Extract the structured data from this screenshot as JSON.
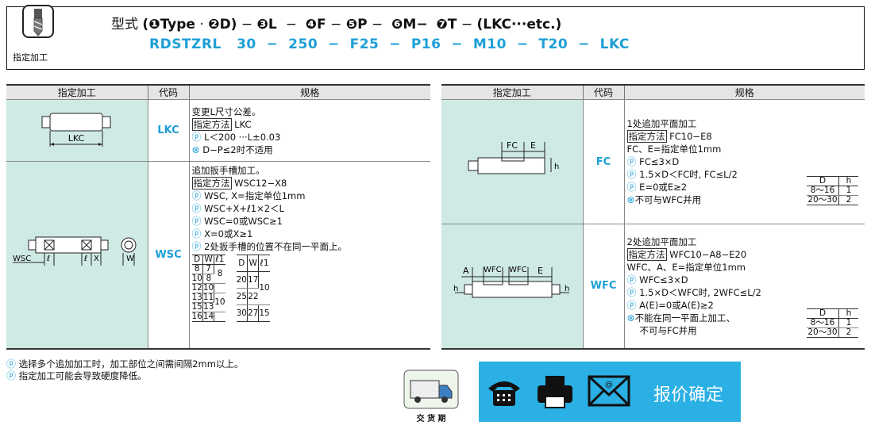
{
  "header": {
    "icon_label": "指定加工",
    "format_prefix": "型式",
    "format_parts": [
      "(",
      "❶Type",
      "·",
      "❷D)",
      "−",
      "❸L",
      "−",
      "❹F",
      "−",
      "❺P",
      "−",
      "❻M−",
      "❼T",
      "−",
      "(LKC···etc.)"
    ],
    "example_parts": [
      "RDSTZRL",
      "30",
      "−",
      "250",
      "−",
      "F25",
      "−",
      "P16",
      "−",
      "M10",
      "−",
      "T20",
      "−",
      "LKC"
    ]
  },
  "table_headers": {
    "col1": "指定加工",
    "col2": "代码",
    "col3": "规格"
  },
  "left_rows": [
    {
      "code": "LKC",
      "diagram_label": "LKC",
      "lines": [
        "变更L尺寸公差。"
      ],
      "method_label": "指定方法",
      "method_value": "LKC",
      "tips": [
        "L＜200 ···L±0.03"
      ],
      "warn": "D−P≤2时不适用"
    },
    {
      "code": "WSC",
      "diagram_labels": [
        "WSC",
        "ℓ",
        "ℓ",
        "X",
        "W"
      ],
      "lines": [
        "追加扳手槽加工。"
      ],
      "method_label": "指定方法",
      "method_value": "WSC12−X8",
      "tips": [
        "WSC, X=指定单位1mm",
        "WSC+X+ℓ1×2＜L",
        "WSC=0或WSC≥1",
        "X=0或X≥1",
        "2处扳手槽的位置不在同一平面上。"
      ],
      "subtable": {
        "headers": [
          "D",
          "W",
          "ℓ1",
          "D",
          "W",
          "ℓ1"
        ],
        "left": [
          [
            "8",
            "7"
          ],
          [
            "10",
            "8"
          ],
          [
            "12",
            "10"
          ],
          [
            "13",
            "11"
          ],
          [
            "15",
            "13"
          ],
          [
            "16",
            "14"
          ]
        ],
        "left_l1": [
          "8",
          "10"
        ],
        "right": [
          [
            "20",
            "17"
          ],
          [
            "25",
            "22"
          ],
          [
            "30",
            "27"
          ]
        ],
        "right_l1": [
          "10",
          "15"
        ]
      }
    }
  ],
  "right_rows": [
    {
      "code": "FC",
      "diagram_labels": [
        "FC",
        "E",
        "h"
      ],
      "lines": [
        "1处追加平面加工"
      ],
      "method_label": "指定方法",
      "method_value": "FC10−E8",
      "desc": "FC、E=指定单位1mm",
      "tips": [
        "FC≤3×D",
        "1.5×D＜FC时, FC≤L/2",
        "E=0或E≥2"
      ],
      "warn": "不可与WFC并用",
      "mini": {
        "headers": [
          "D",
          "h"
        ],
        "rows": [
          [
            "8〜16",
            "1"
          ],
          [
            "20〜30",
            "2"
          ]
        ]
      }
    },
    {
      "code": "WFC",
      "diagram_labels": [
        "A",
        "WFC",
        "WFC",
        "E",
        "h",
        "h"
      ],
      "lines": [
        "2处追加平面加工"
      ],
      "method_label": "指定方法",
      "method_value": "WFC10−A8−E20",
      "desc": "WFC、A、E=指定单位1mm",
      "tips": [
        "WFC≤3×D",
        "1.5×D＜WFC时, 2WFC≤L/2",
        "A(E)=0或A(E)≥2"
      ],
      "warn": "不能在同一平面上加工、",
      "warn2": "不可与FC并用",
      "mini": {
        "headers": [
          "D",
          "h"
        ],
        "rows": [
          [
            "8〜16",
            "1"
          ],
          [
            "20〜30",
            "2"
          ]
        ]
      }
    }
  ],
  "notes": [
    "选择多个追加加工时，加工部位之间需间隔2mm以上。",
    "指定加工可能会导致硬度降低。"
  ],
  "delivery_label": "交 货 期",
  "contact_bar": {
    "label": "报价确定",
    "bg": "#2ab0e4"
  },
  "colors": {
    "accent": "#1e9fd6",
    "diagram_bg": "#cfeae5",
    "header_bg": "#e5e5e5"
  },
  "icons": [
    "drill-bit-icon",
    "tip-icon",
    "warn-icon",
    "phone-icon",
    "fax-icon",
    "mail-icon",
    "truck-icon"
  ]
}
